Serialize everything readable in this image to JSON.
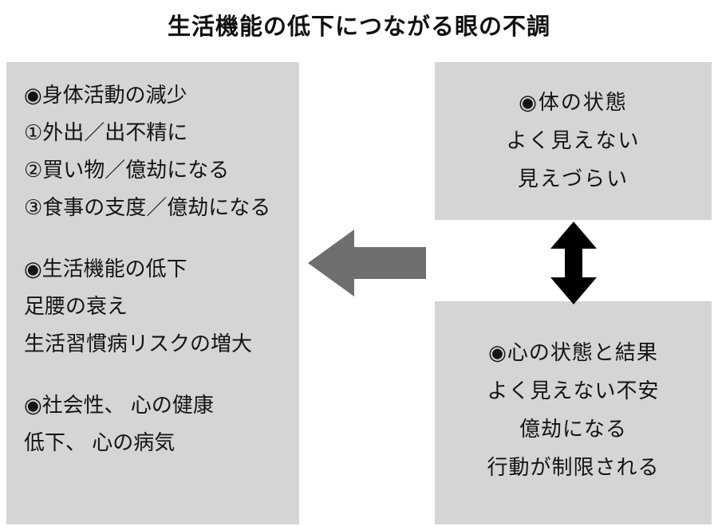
{
  "title": "生活機能の低下につながる眼の不調",
  "colors": {
    "panel_bg": "#d3d5d6",
    "text": "#141414",
    "gray_arrow": "#6e6e6e",
    "black_arrow": "#000000",
    "page_bg": "#ffffff"
  },
  "left_panel": {
    "group1": [
      "◉身体活動の減少",
      "①外出／出不精に",
      "②買い物／億劫になる",
      "③食事の支度／億劫になる"
    ],
    "group2": [
      "◉生活機能の低下",
      "足腰の衰え",
      "生活習慣病リスクの増大"
    ],
    "group3": [
      "◉社会性、 心の健康",
      "低下、 心の病気"
    ]
  },
  "right_top_panel": {
    "lines": [
      "◉体の状態",
      "よく見えない",
      "見えづらい"
    ]
  },
  "right_bottom_panel": {
    "lines": [
      "◉心の状態と結果",
      "よく見えない不安",
      "億劫になる",
      "行動が制限される"
    ]
  },
  "arrows": {
    "left_arrow_name": "left-pointing-arrow",
    "vertical_arrow_name": "double-headed-vertical-arrow"
  }
}
